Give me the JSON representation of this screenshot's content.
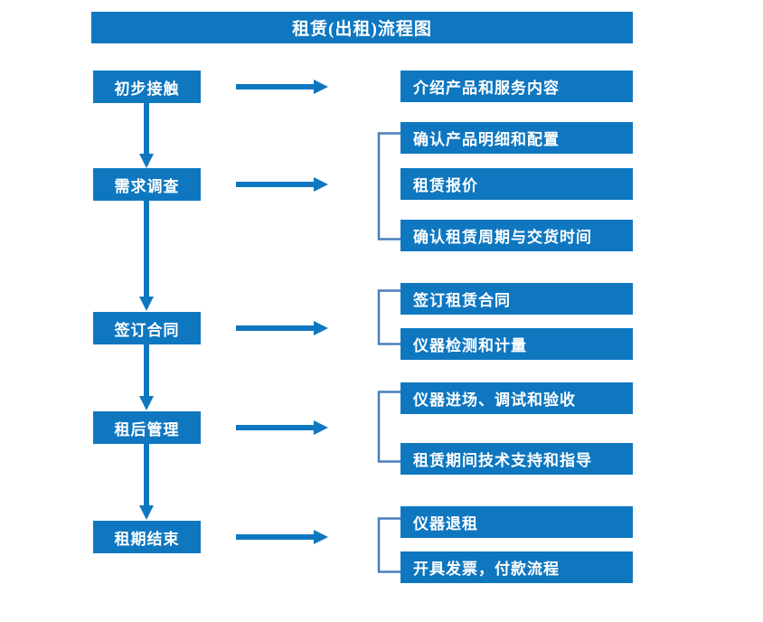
{
  "title": "租赁(出租)流程图",
  "colors": {
    "box_fill": "#0f77c0",
    "box_text": "#ffffff",
    "arrow": "#0f77c0",
    "bracket": "#4a7ebb",
    "background": "#ffffff"
  },
  "stages": [
    {
      "label": "初步接触"
    },
    {
      "label": "需求调查"
    },
    {
      "label": "签订合同"
    },
    {
      "label": "租后管理"
    },
    {
      "label": "租期结束"
    }
  ],
  "details": [
    {
      "label": "介绍产品和服务内容"
    },
    {
      "label": "确认产品明细和配置"
    },
    {
      "label": "租赁报价"
    },
    {
      "label": "确认租赁周期与交货时间"
    },
    {
      "label": "签订租赁合同"
    },
    {
      "label": "仪器检测和计量"
    },
    {
      "label": "仪器进场、调试和验收"
    },
    {
      "label": "租赁期间技术支持和指导"
    },
    {
      "label": "仪器退租"
    },
    {
      "label": "开具发票，付款流程"
    }
  ],
  "connectors": {
    "horizontal_arrows": 5,
    "vertical_arrows": 4,
    "brackets": 4
  }
}
